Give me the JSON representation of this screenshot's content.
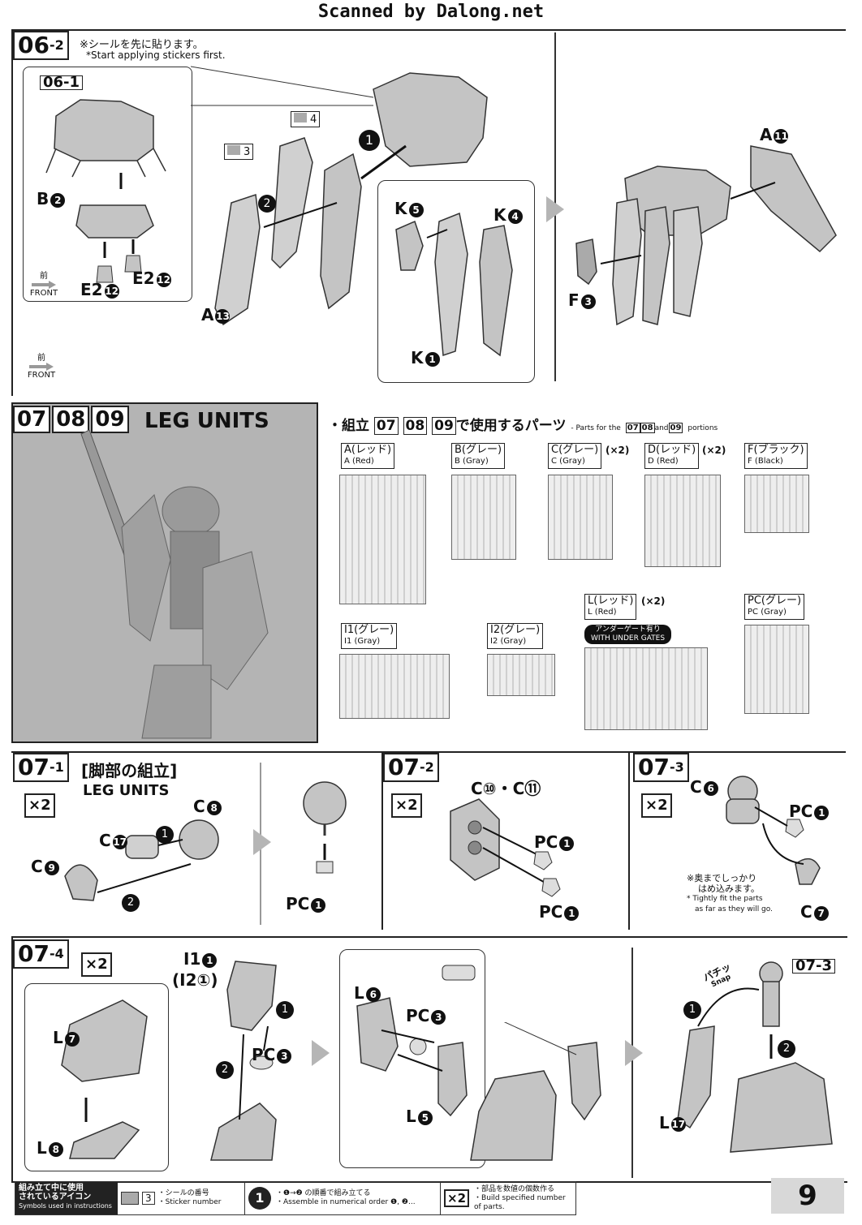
{
  "header": {
    "scan_credit": "Scanned by Dalong.net"
  },
  "step_06_2": {
    "step": "06",
    "sub": "2",
    "note_jp": "※シールを先に貼ります。",
    "note_en": "*Start applying stickers first.",
    "inset_ref": "06-1",
    "inset_parts": [
      "B",
      "E2",
      "E2"
    ],
    "inset_nums": [
      "2",
      "12",
      "12"
    ],
    "front_jp": "前",
    "front_en": "FRONT",
    "stickers": [
      "3",
      "4"
    ],
    "order_nums": [
      "1",
      "2"
    ],
    "parts": {
      "A13": {
        "letter": "A",
        "num": "13"
      },
      "K5": {
        "letter": "K",
        "num": "5"
      },
      "K4": {
        "letter": "K",
        "num": "4"
      },
      "K1": {
        "letter": "K",
        "num": "1"
      },
      "A11": {
        "letter": "A",
        "num": "11"
      },
      "F3": {
        "letter": "F",
        "num": "3"
      }
    }
  },
  "leg_units": {
    "steps": [
      "07",
      "08",
      "09"
    ],
    "title": "LEG UNITS"
  },
  "parts_list": {
    "prefix": "・組立",
    "steps": [
      "07",
      "08",
      "09"
    ],
    "suffix_jp": "で使用するパーツ",
    "en_prefix": "- Parts for the",
    "en_and": "and",
    "en_suffix": "portions",
    "runners": [
      {
        "jp": "A(レッド)",
        "en": "A (Red)",
        "mult": ""
      },
      {
        "jp": "B(グレー)",
        "en": "B (Gray)",
        "mult": ""
      },
      {
        "jp": "C(グレー)",
        "en": "C (Gray)",
        "mult": "(×2)"
      },
      {
        "jp": "D(レッド)",
        "en": "D (Red)",
        "mult": "(×2)"
      },
      {
        "jp": "F(ブラック)",
        "en": "F (Black)",
        "mult": ""
      },
      {
        "jp": "L(レッド)",
        "en": "L (Red)",
        "mult": "(×2)"
      },
      {
        "jp": "PC(グレー)",
        "en": "PC (Gray)",
        "mult": ""
      },
      {
        "jp": "I1(グレー)",
        "en": "I1 (Gray)",
        "mult": ""
      },
      {
        "jp": "I2(グレー)",
        "en": "I2 (Gray)",
        "mult": ""
      }
    ],
    "under_gates_jp": "アンダーゲート有り",
    "under_gates_en": "WITH UNDER GATES"
  },
  "step_07_1": {
    "step": "07",
    "sub": "1",
    "title_jp": "[脚部の組立]",
    "title_en": "LEG UNITS",
    "mult": "×2",
    "parts": [
      {
        "letter": "C",
        "num": "8"
      },
      {
        "letter": "C",
        "num": "17"
      },
      {
        "letter": "C",
        "num": "9"
      },
      {
        "letter": "PC",
        "num": "1"
      }
    ],
    "order_nums": [
      "1",
      "2"
    ]
  },
  "step_07_2": {
    "step": "07",
    "sub": "2",
    "mult": "×2",
    "parts_top": "C⑩・C⑪",
    "parts": [
      {
        "letter": "PC",
        "num": "1"
      },
      {
        "letter": "PC",
        "num": "1"
      }
    ]
  },
  "step_07_3": {
    "step": "07",
    "sub": "3",
    "mult": "×2",
    "parts": [
      {
        "letter": "C",
        "num": "6"
      },
      {
        "letter": "PC",
        "num": "1"
      },
      {
        "letter": "C",
        "num": "7"
      }
    ],
    "note_jp_1": "※奥までしっかり",
    "note_jp_2": "はめ込みます。",
    "note_en_1": "* Tightly fit the parts",
    "note_en_2": "as far as they will go."
  },
  "step_07_4": {
    "step": "07",
    "sub": "4",
    "mult": "×2",
    "parts": {
      "L7": {
        "letter": "L",
        "num": "7"
      },
      "L8": {
        "letter": "L",
        "num": "8"
      },
      "I1": {
        "letter": "I1",
        "num": "1"
      },
      "I2": "(I2①)",
      "PC3a": {
        "letter": "PC",
        "num": "3"
      },
      "L6": {
        "letter": "L",
        "num": "6"
      },
      "PC3b": {
        "letter": "PC",
        "num": "3"
      },
      "L5": {
        "letter": "L",
        "num": "5"
      },
      "L17": {
        "letter": "L",
        "num": "17"
      }
    },
    "ref": "07-3",
    "snap_jp": "パチッ",
    "snap_en": "Snap",
    "order_nums": [
      "1",
      "2"
    ]
  },
  "legend": {
    "title_jp_1": "組み立て中に使用",
    "title_jp_2": "されているアイコン",
    "title_en": "Symbols used in instructions",
    "sticker_num": "3",
    "sticker_jp": "・シールの番号",
    "sticker_en": "・Sticker number",
    "order_num": "1",
    "order_jp": "・❶→❷ の順番で組み立てる",
    "order_en": "・Assemble in numerical order ❶, ❷...",
    "mult_label": "×2",
    "mult_jp": "・部品を数値の個数作る",
    "mult_en": "・Build specified number of parts."
  },
  "page_number": "9"
}
